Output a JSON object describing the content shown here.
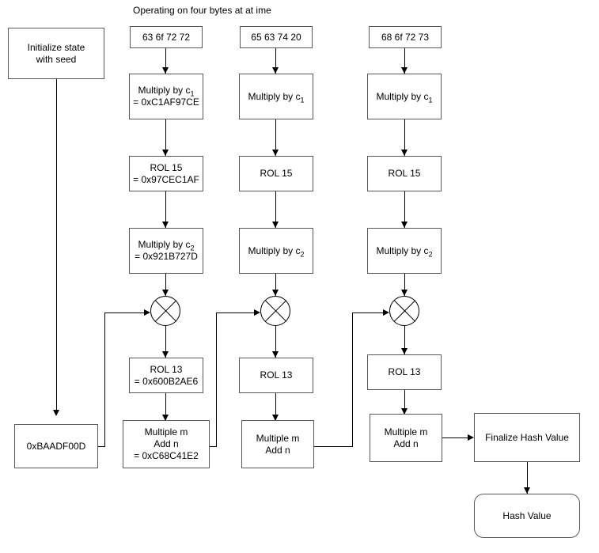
{
  "diagram": {
    "title": "Operating on four bytes at at ime",
    "init_box": {
      "line1": "Initialize state",
      "line2": "with seed"
    },
    "seed_box": {
      "line1": "0xBAADF00D"
    },
    "finalize_box": {
      "line1": "Finalize Hash Value"
    },
    "hash_box": {
      "line1": "Hash Value"
    },
    "columns": [
      {
        "name": "column-1",
        "input": "63 6f 72 72",
        "mul_c1": {
          "line1": "Multiply by c",
          "sub": "1",
          "line2": "= 0xC1AF97CE"
        },
        "rol15": {
          "line1": "ROL 15",
          "line2": "= 0x97CEC1AF"
        },
        "mul_c2": {
          "line1": "Multiply by c",
          "sub": "2",
          "line2": "= 0x921B727D"
        },
        "xor": "xor-operator",
        "rol13": {
          "line1": "ROL 13",
          "line2": "= 0x600B2AE6"
        },
        "mul_add": {
          "line1": "Multiple m",
          "line2": "Add n",
          "line3": "= 0xC68C41E2"
        }
      },
      {
        "name": "column-2",
        "input": "65 63 74 20",
        "mul_c1": {
          "line1": "Multiply by c",
          "sub": "1",
          "line2": ""
        },
        "rol15": {
          "line1": "ROL 15",
          "line2": ""
        },
        "mul_c2": {
          "line1": "Multiply by c",
          "sub": "2",
          "line2": ""
        },
        "xor": "xor-operator",
        "rol13": {
          "line1": "ROL 13",
          "line2": ""
        },
        "mul_add": {
          "line1": "Multiple m",
          "line2": "Add n",
          "line3": ""
        }
      },
      {
        "name": "column-3",
        "input": "68 6f 72 73",
        "mul_c1": {
          "line1": "Multiply by c",
          "sub": "1",
          "line2": ""
        },
        "rol15": {
          "line1": "ROL 15",
          "line2": ""
        },
        "mul_c2": {
          "line1": "Multiply by c",
          "sub": "2",
          "line2": ""
        },
        "xor": "xor-operator",
        "rol13": {
          "line1": "ROL 13",
          "line2": ""
        },
        "mul_add": {
          "line1": "Multiple m",
          "line2": "Add n",
          "line3": ""
        }
      }
    ]
  },
  "colors": {
    "box_border": "#595959",
    "line": "#000000",
    "background": "#ffffff",
    "text": "#000000"
  }
}
